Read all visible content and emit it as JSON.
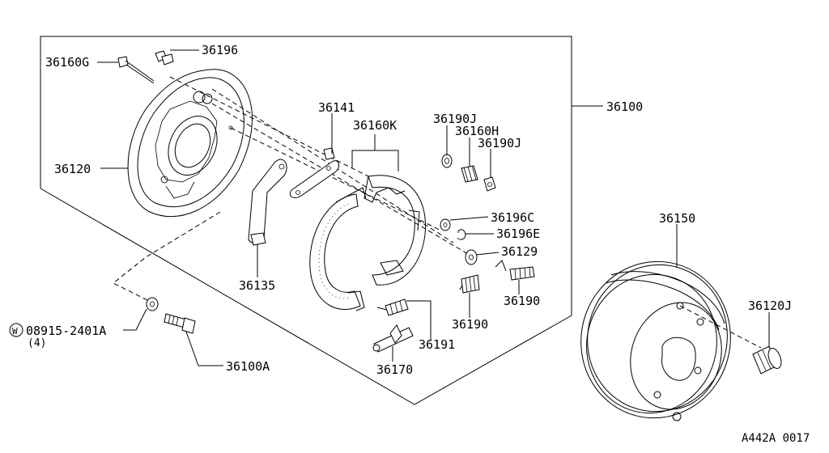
{
  "diagram": {
    "footer_code": "A442A 0017",
    "labels": {
      "p36196": "36196",
      "p36160G": "36160G",
      "p36141": "36141",
      "p36100": "36100",
      "p36160K": "36160K",
      "p36190J_top": "36190J",
      "p36160H": "36160H",
      "p36190J_mid": "36190J",
      "p36120": "36120",
      "p36196C": "36196C",
      "p36196E": "36196E",
      "p36129": "36129",
      "p36135": "36135",
      "p36190_right": "36190",
      "p36190_left": "36190",
      "p08915": "08915-2401A",
      "p08915_qty": "(4)",
      "washer_symbol": "W",
      "p36191": "36191",
      "p36100A": "36100A",
      "p36170": "36170",
      "p36150": "36150",
      "p36120J": "36120J"
    }
  }
}
